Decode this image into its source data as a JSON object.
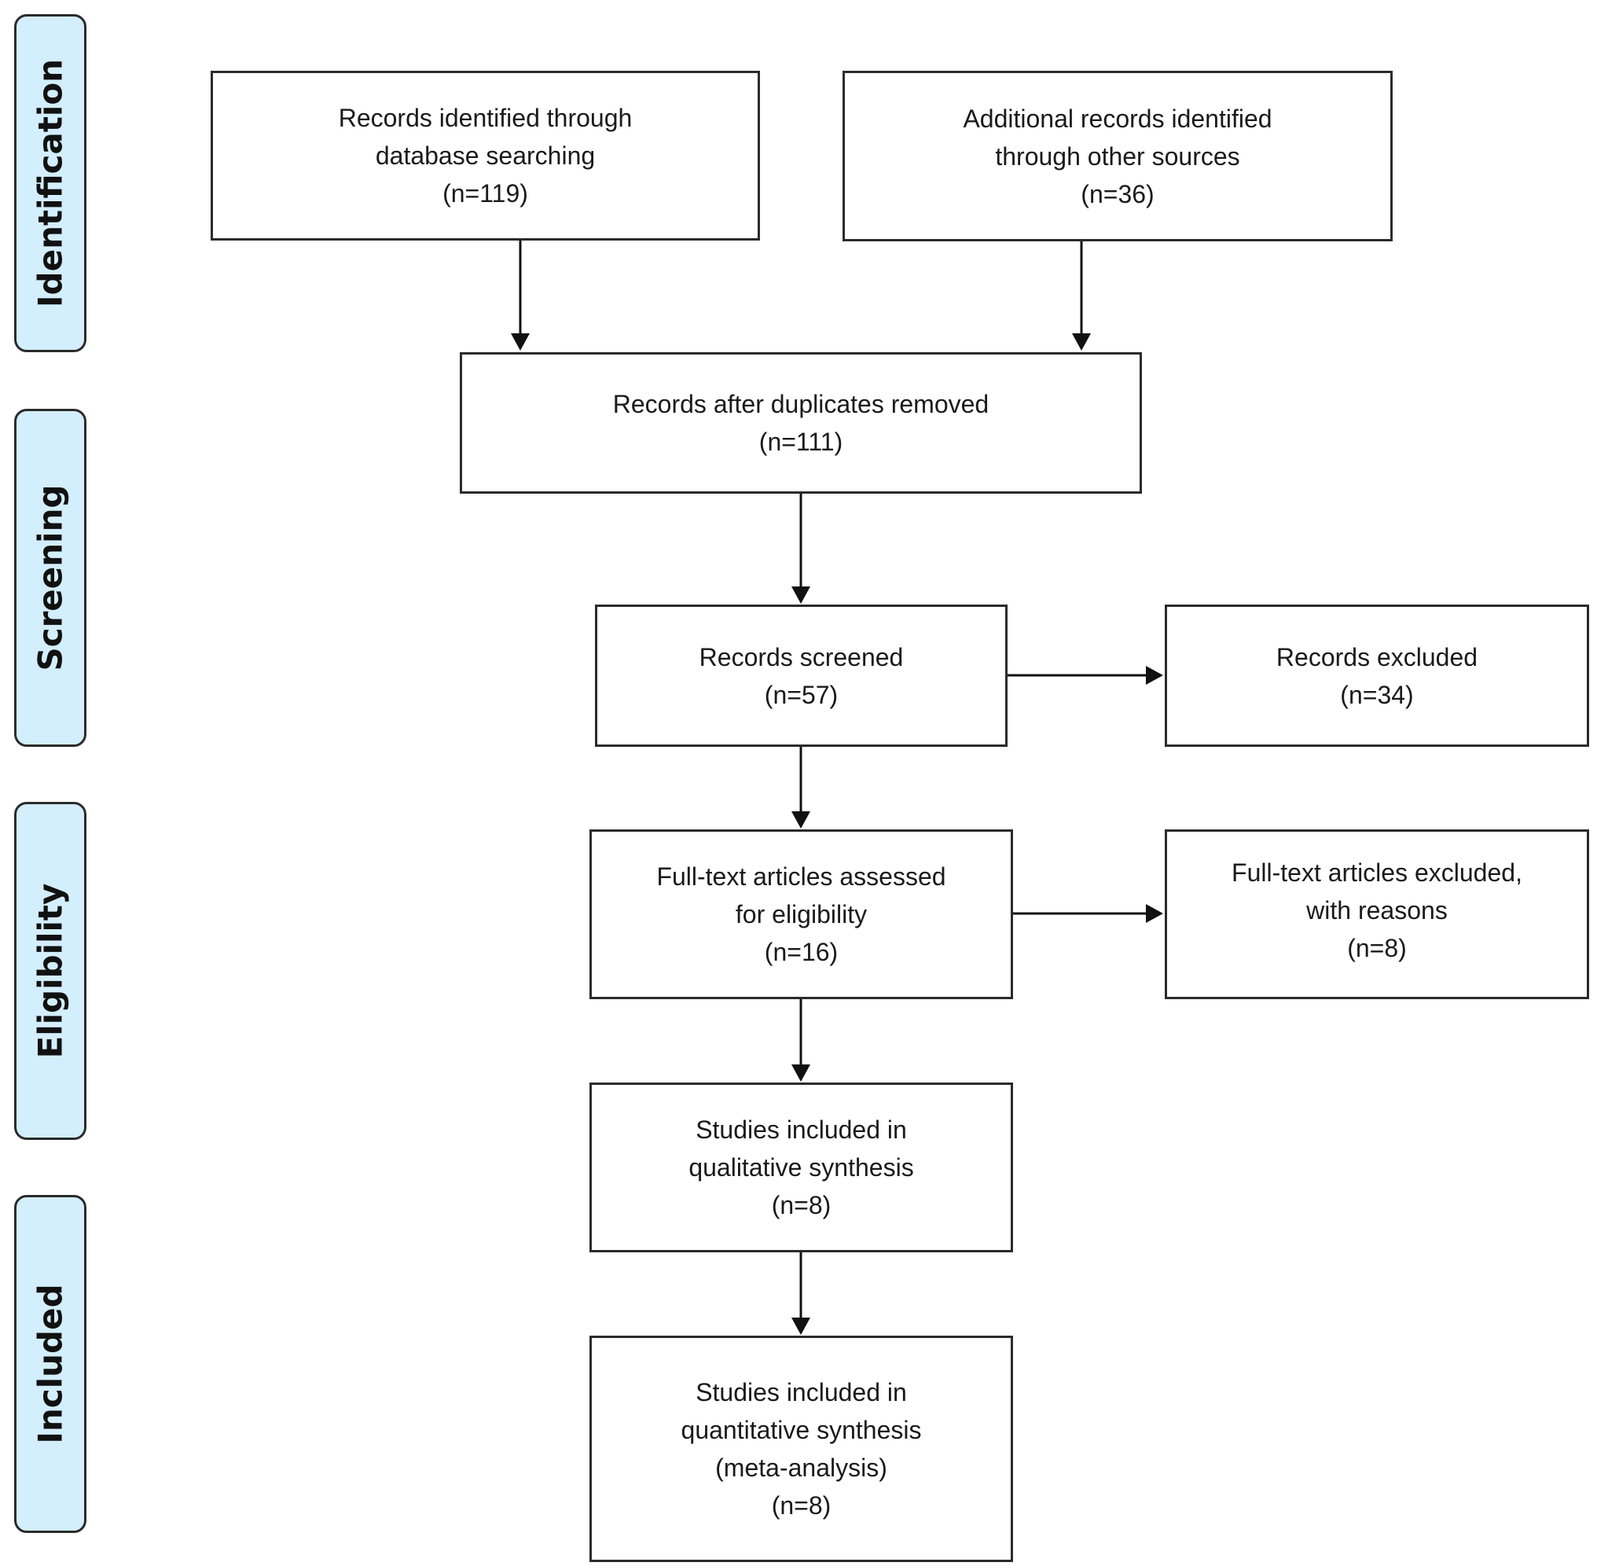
{
  "stages": {
    "identification": "Identification",
    "screening": "Screening",
    "eligibility": "Eligibility",
    "included": "Included"
  },
  "boxes": {
    "database_search": {
      "line1": "Records identified through",
      "line2": "database searching",
      "line3": "(n=119)"
    },
    "other_sources": {
      "line1": "Additional records identified",
      "line2": "through other sources",
      "line3": "(n=36)"
    },
    "after_duplicates": {
      "line1": "Records after duplicates removed",
      "line2": "(n=111)"
    },
    "screened": {
      "line1": "Records screened",
      "line2": "(n=57)"
    },
    "excluded": {
      "line1": "Records excluded",
      "line2": "(n=34)"
    },
    "full_text_assessed": {
      "line1": "Full-text articles assessed",
      "line2": "for eligibility",
      "line3": "(n=16)"
    },
    "full_text_excluded": {
      "line1": "Full-text articles excluded,",
      "line2": "with reasons",
      "line3": "(n=8)"
    },
    "qualitative": {
      "line1": "Studies included in",
      "line2": "qualitative synthesis",
      "line3": "(n=8)"
    },
    "quantitative": {
      "line1": "Studies included in",
      "line2": "quantitative synthesis",
      "line3": "(meta-analysis)",
      "line4": "(n=8)"
    }
  }
}
